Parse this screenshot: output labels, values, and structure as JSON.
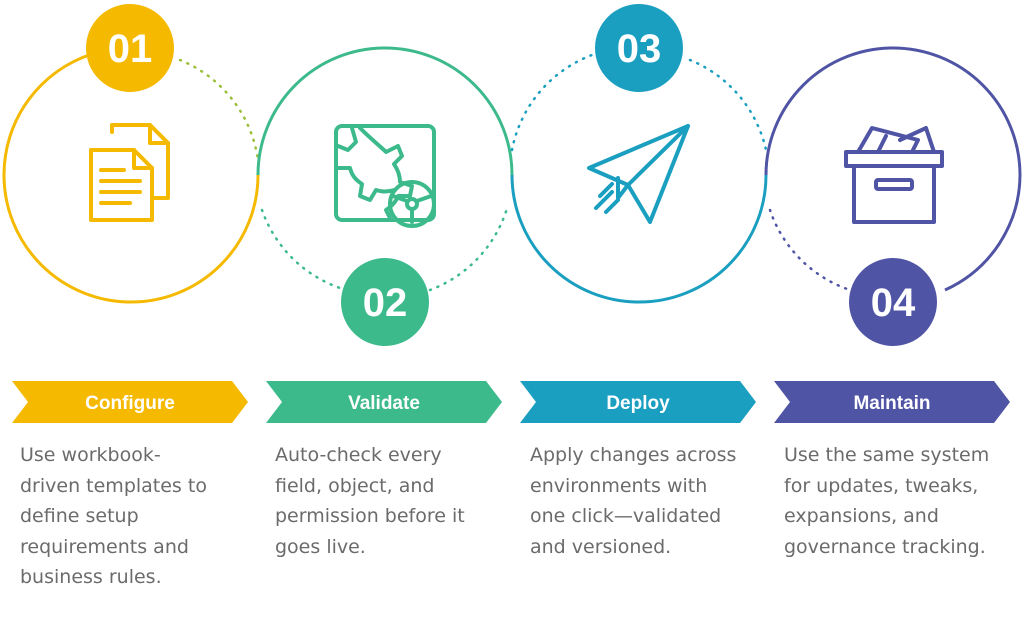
{
  "steps": [
    {
      "number": "01",
      "title": "Configure",
      "description_lines": [
        "Use workbook-",
        "driven templates to",
        "define setup",
        "requirements and",
        "business rules."
      ],
      "color": "#f5b900",
      "icon": "documents-icon"
    },
    {
      "number": "02",
      "title": "Validate",
      "description_lines": [
        "Auto-check every",
        "field, object, and",
        "permission before it",
        "goes live."
      ],
      "color": "#3dba8c",
      "icon": "gears-icon"
    },
    {
      "number": "03",
      "title": "Deploy",
      "description_lines": [
        "Apply changes across",
        "environments with",
        "one click—validated",
        "and versioned."
      ],
      "color": "#1a9fc0",
      "icon": "paper-plane-icon"
    },
    {
      "number": "04",
      "title": "Maintain",
      "description_lines": [
        "Use the same system",
        "for updates, tweaks,",
        "expansions, and",
        "governance tracking."
      ],
      "color": "#4f54a5",
      "icon": "archive-box-icon"
    }
  ]
}
